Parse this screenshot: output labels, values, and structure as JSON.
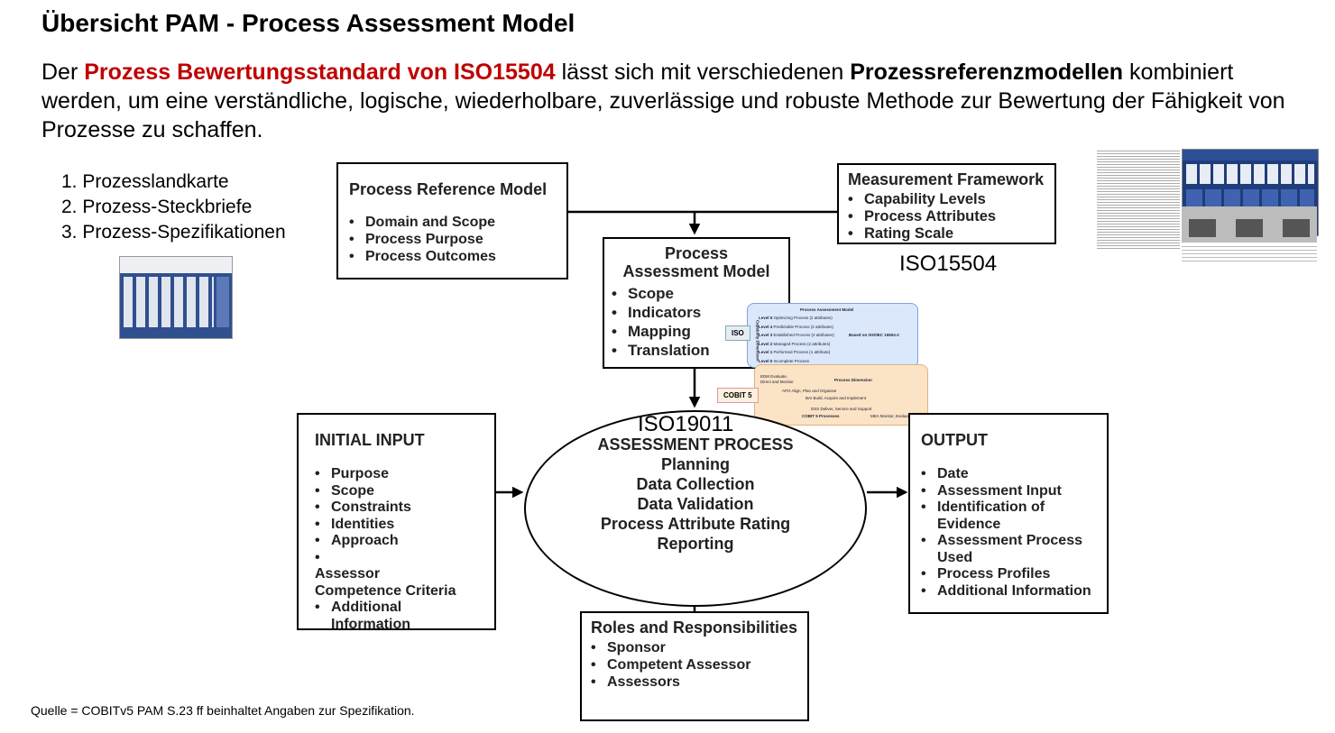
{
  "title": "Übersicht PAM - Process Assessment Model",
  "intro": {
    "part1": "Der ",
    "highlight_red": "Prozess Bewertungsstandard von ISO15504",
    "part2": " lässt sich mit verschiedenen ",
    "highlight_bold": "Prozessreferenzmodellen",
    "part3": " kombiniert werden, um eine verständliche, logische, wiederholbare, zuverlässige und robuste Methode zur Bewertung der Fähigkeit von Prozesse zu schaffen."
  },
  "steps": [
    "1. Prozesslandkarte",
    "2. Prozess-Steckbriefe",
    "3. Prozess-Spezifikationen"
  ],
  "diagram": {
    "process_reference_model": {
      "title": "Process Reference Model",
      "items": [
        "Domain and Scope",
        "Process Purpose",
        "Process Outcomes"
      ]
    },
    "measurement_framework": {
      "title": "Measurement Framework",
      "items": [
        "Capability Levels",
        "Process Attributes",
        "Rating Scale"
      ]
    },
    "process_assessment_model": {
      "title_line1": "Process",
      "title_line2": "Assessment Model",
      "items": [
        "Scope",
        "Indicators",
        "Mapping",
        "Translation"
      ]
    },
    "initial_input": {
      "title": "INITIAL INPUT",
      "items": [
        "Purpose",
        "Scope",
        "Constraints",
        "Identities",
        "Approach",
        "Assessor Competence Criteria",
        "Additional Information"
      ]
    },
    "assessment_process": {
      "title": "ASSESSMENT PROCESS",
      "items": [
        "Planning",
        "Data Collection",
        "Data Validation",
        "Process Attribute Rating",
        "Reporting"
      ]
    },
    "output": {
      "title": "OUTPUT",
      "items": [
        "Date",
        "Assessment Input",
        "Identification of Evidence",
        "Assessment Process Used",
        "Process Profiles",
        "Additional Information"
      ]
    },
    "roles": {
      "title": "Roles and Responsibilities",
      "items": [
        "Sponsor",
        "Competent Assessor",
        "Assessors"
      ]
    },
    "label_iso15504": "ISO15504",
    "label_iso19011": "ISO19011"
  },
  "iso_inset": {
    "tag": "ISO",
    "title": "Process Assessment Model",
    "side_label": "Capability Dimension",
    "based_on": "Based on ISO/IEC 15504-2",
    "levels": [
      {
        "level": "Level 5",
        "name": "Optimizing Process (2 attributes)"
      },
      {
        "level": "Level 4",
        "name": "Predictable Process (2 attributes)"
      },
      {
        "level": "Level 3",
        "name": "Established Process (2 attributes)"
      },
      {
        "level": "Level 2",
        "name": "Managed Process (2 attributes)"
      },
      {
        "level": "Level 1",
        "name": "Performed Process (1 attribute)"
      },
      {
        "level": "Level 0",
        "name": "Incomplete Process"
      }
    ]
  },
  "cobit_inset": {
    "tag": "COBIT 5",
    "dimension": "Process Dimension",
    "domains": [
      "EDM Evaluate, Direct and Monitor",
      "APO Align, Plan and Organise",
      "BAI Build, Acquire and Implement",
      "DSS Deliver, Service and Support",
      "MEA Monitor, Evaluate and Assess"
    ],
    "footer": "COBIT 5 Processes"
  },
  "source": "Quelle = COBITv5 PAM S.23 ff beinhaltet Angaben zur Spezifikation.",
  "colors": {
    "red": "#c00000",
    "iso_panel": "#dbe8fb",
    "cobit_panel": "#fbe3c6",
    "thumb_blue": "#1f3d7a"
  }
}
